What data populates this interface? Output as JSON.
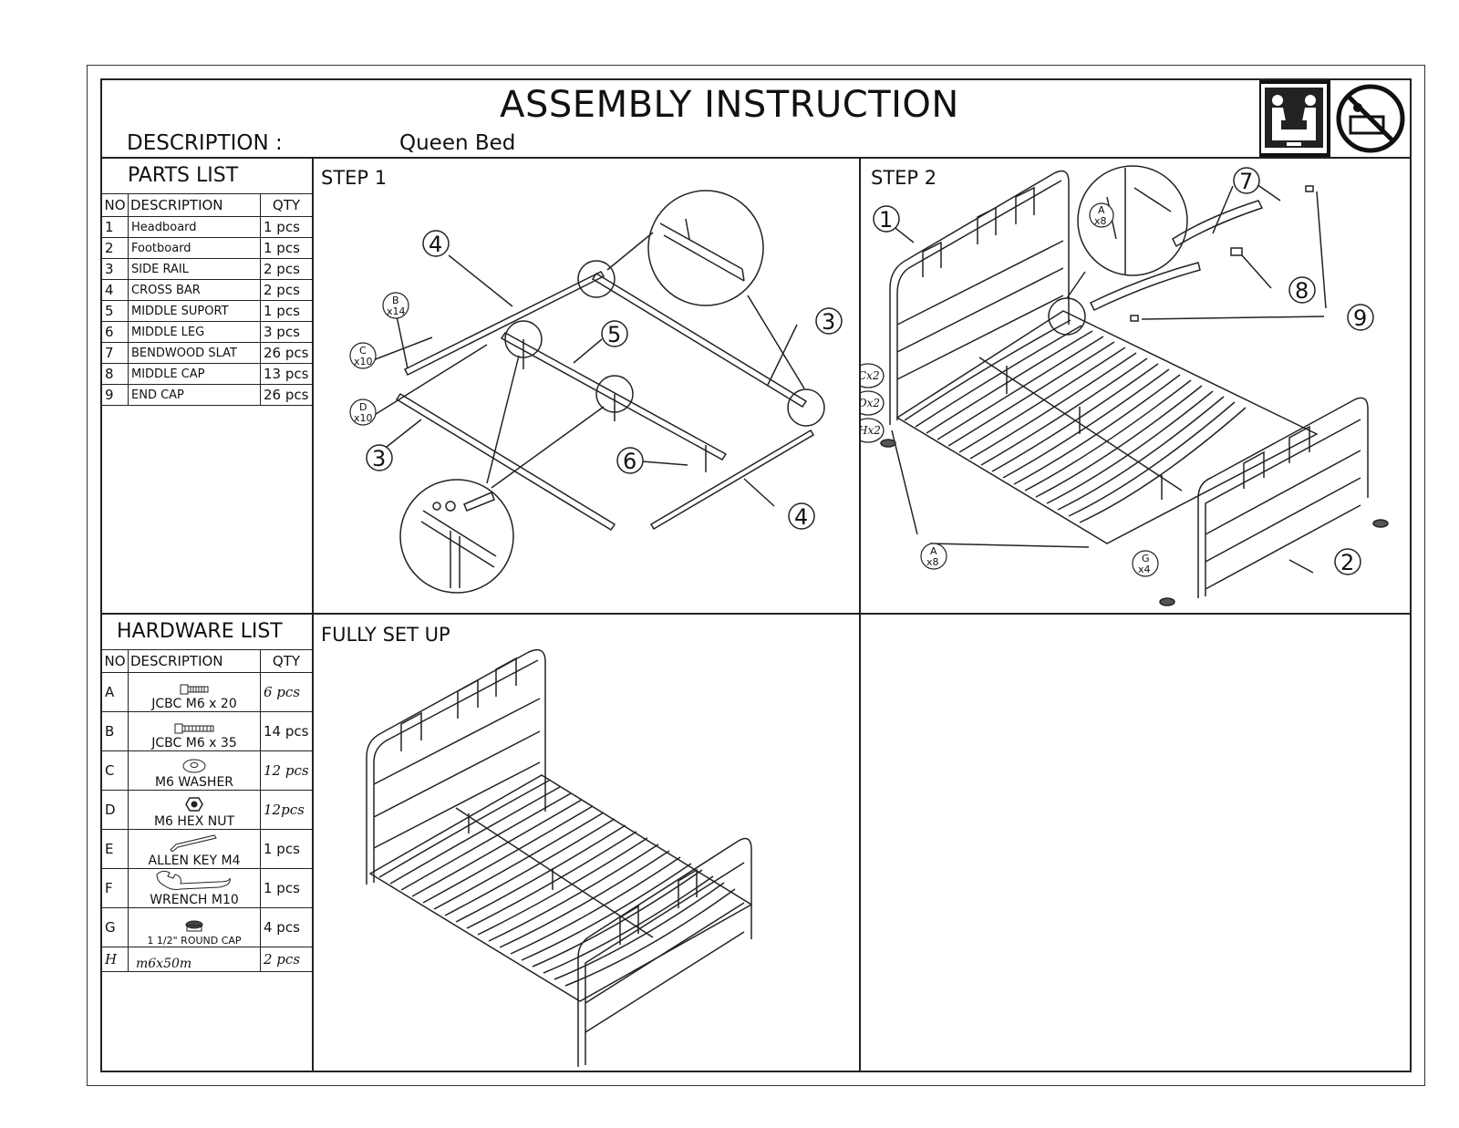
{
  "header": {
    "title": "ASSEMBLY INSTRUCTION",
    "description_label": "DESCRIPTION :",
    "description_value": "Queen Bed"
  },
  "icons": [
    "two-person-lift-icon",
    "no-single-person-icon"
  ],
  "parts_list": {
    "heading": "PARTS LIST",
    "columns": [
      "NO",
      "DESCRIPTION",
      "QTY"
    ],
    "rows": [
      {
        "no": "1",
        "desc": "Headboard",
        "qty": "1 pcs"
      },
      {
        "no": "2",
        "desc": "Footboard",
        "qty": "1 pcs"
      },
      {
        "no": "3",
        "desc": "SIDE RAIL",
        "qty": "2 pcs"
      },
      {
        "no": "4",
        "desc": "CROSS BAR",
        "qty": "2 pcs"
      },
      {
        "no": "5",
        "desc": "MIDDLE SUPORT",
        "qty": "1 pcs"
      },
      {
        "no": "6",
        "desc": "MIDDLE LEG",
        "qty": "3 pcs"
      },
      {
        "no": "7",
        "desc": "BENDWOOD SLAT",
        "qty": "26 pcs"
      },
      {
        "no": "8",
        "desc": "MIDDLE CAP",
        "qty": "13 pcs"
      },
      {
        "no": "9",
        "desc": "END CAP",
        "qty": "26 pcs"
      }
    ]
  },
  "hardware_list": {
    "heading": "HARDWARE LIST",
    "columns": [
      "NO",
      "DESCRIPTION",
      "QTY"
    ],
    "rows": [
      {
        "no": "A",
        "desc": "JCBC M6 x 20",
        "qty": "6 pcs",
        "icon": "bolt-icon"
      },
      {
        "no": "B",
        "desc": "JCBC M6 x 35",
        "qty": "14 pcs",
        "icon": "bolt-icon"
      },
      {
        "no": "C",
        "desc": "M6 WASHER",
        "qty": "12 pcs",
        "icon": "washer-icon"
      },
      {
        "no": "D",
        "desc": "M6 HEX NUT",
        "qty": "12pcs",
        "icon": "hex-nut-icon"
      },
      {
        "no": "E",
        "desc": "ALLEN KEY M4",
        "qty": "1 pcs",
        "icon": "allen-key-icon"
      },
      {
        "no": "F",
        "desc": "WRENCH M10",
        "qty": "1 pcs",
        "icon": "wrench-icon"
      },
      {
        "no": "G",
        "desc": "1 1/2\" ROUND CAP",
        "qty": "4 pcs",
        "icon": "round-cap-icon"
      },
      {
        "no": "H",
        "desc": "m6x50m",
        "qty": "2 pcs",
        "icon": "bolt-icon"
      }
    ]
  },
  "step1": {
    "label": "STEP 1",
    "callouts": [
      "4",
      "3",
      "5",
      "3",
      "6",
      "4"
    ],
    "hardware_badges": [
      {
        "letter": "B",
        "count": "x14"
      },
      {
        "letter": "C",
        "count": "x10"
      },
      {
        "letter": "D",
        "count": "x10"
      }
    ]
  },
  "step2": {
    "label": "STEP 2",
    "callouts": [
      "1",
      "7",
      "8",
      "9",
      "2"
    ],
    "hardware_badges": [
      {
        "letter": "A",
        "count": "x8"
      },
      {
        "letter": "G",
        "count": "x4"
      },
      {
        "letter": "A",
        "count": "x8"
      }
    ],
    "handwritten_badges": [
      "Cx2",
      "Dx2",
      "Hx2"
    ]
  },
  "fully_set_up": {
    "label": "FULLY SET UP"
  }
}
